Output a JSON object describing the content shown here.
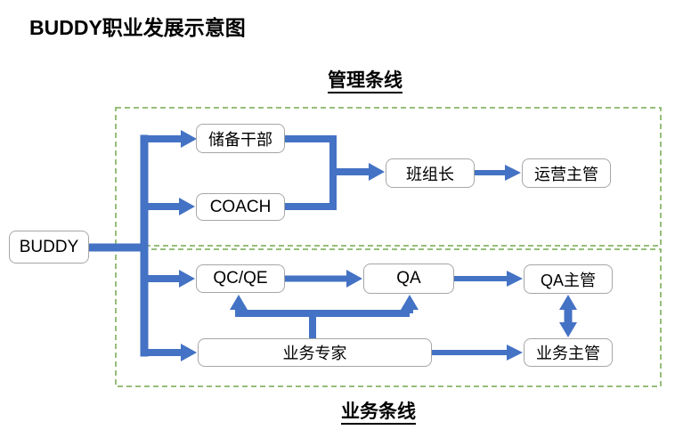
{
  "title": "BUDDY职业发展示意图",
  "sections": {
    "management": {
      "label": "管理条线"
    },
    "business": {
      "label": "业务条线"
    }
  },
  "nodes": {
    "buddy": {
      "label": "BUDDY"
    },
    "reserve_cadre": {
      "label": "储备干部"
    },
    "coach": {
      "label": "COACH"
    },
    "team_leader": {
      "label": "班组长"
    },
    "operations_supervisor": {
      "label": "运营主管"
    },
    "qc_qe": {
      "label": "QC/QE"
    },
    "qa": {
      "label": "QA"
    },
    "qa_supervisor": {
      "label": "QA主管"
    },
    "business_expert": {
      "label": "业务专家"
    },
    "business_supervisor": {
      "label": "业务主管"
    }
  },
  "edges": [
    {
      "from": "BUDDY",
      "to": "储备干部"
    },
    {
      "from": "BUDDY",
      "to": "COACH"
    },
    {
      "from": "BUDDY",
      "to": "QC/QE"
    },
    {
      "from": "BUDDY",
      "to": "业务专家"
    },
    {
      "from": "储备干部",
      "to": "班组长"
    },
    {
      "from": "COACH",
      "to": "班组长"
    },
    {
      "from": "班组长",
      "to": "运营主管"
    },
    {
      "from": "QC/QE",
      "to": "QA"
    },
    {
      "from": "QA",
      "to": "QA主管"
    },
    {
      "from": "业务专家",
      "to": "QC/QE"
    },
    {
      "from": "业务专家",
      "to": "QA"
    },
    {
      "from": "业务专家",
      "to": "业务主管"
    },
    {
      "from": "QA主管",
      "to": "业务主管",
      "bidirectional": true
    }
  ],
  "colors": {
    "arrow": "#4472C4",
    "section_border": "#74A94F",
    "node_border": "#A6A6A6",
    "text": "#000000",
    "background": "#FFFFFF"
  }
}
